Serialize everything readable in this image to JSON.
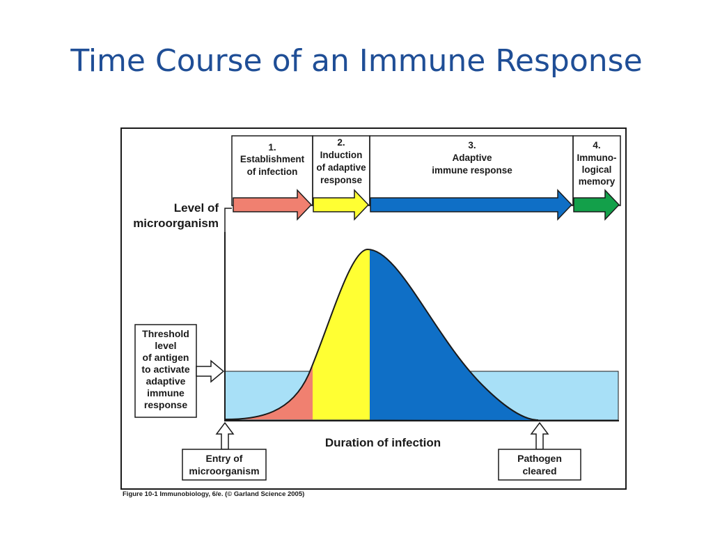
{
  "title": "Time Course of an Immune Response",
  "phases": [
    {
      "number": "1.",
      "lines": [
        "Establishment",
        "of infection"
      ],
      "color": "#f08070"
    },
    {
      "number": "2.",
      "lines": [
        "Induction",
        "of adaptive",
        "response"
      ],
      "color": "#ffff33"
    },
    {
      "number": "3.",
      "lines": [
        "Adaptive",
        "immune response"
      ],
      "color": "#0f6fc6"
    },
    {
      "number": "4.",
      "lines": [
        "Immuno-",
        "logical",
        "memory"
      ],
      "color": "#13a04a"
    }
  ],
  "y_label": [
    "Level of",
    "microorganism"
  ],
  "x_label": "Duration of  infection",
  "threshold_label": [
    "Threshold",
    "level",
    "of antigen",
    "to activate",
    "adaptive",
    "immune",
    "response"
  ],
  "entry_label": [
    "Entry of",
    "microorganism"
  ],
  "cleared_label": [
    "Pathogen",
    "cleared"
  ],
  "caption": "Figure 10-1  Immunobiology, 6/e. (© Garland Science 2005)",
  "colors": {
    "title": "#1f4e96",
    "threshold_band": "#a8e0f7",
    "establishment": "#f08070",
    "induction": "#ffff33",
    "adaptive": "#0f6fc6",
    "memory": "#13a04a"
  }
}
